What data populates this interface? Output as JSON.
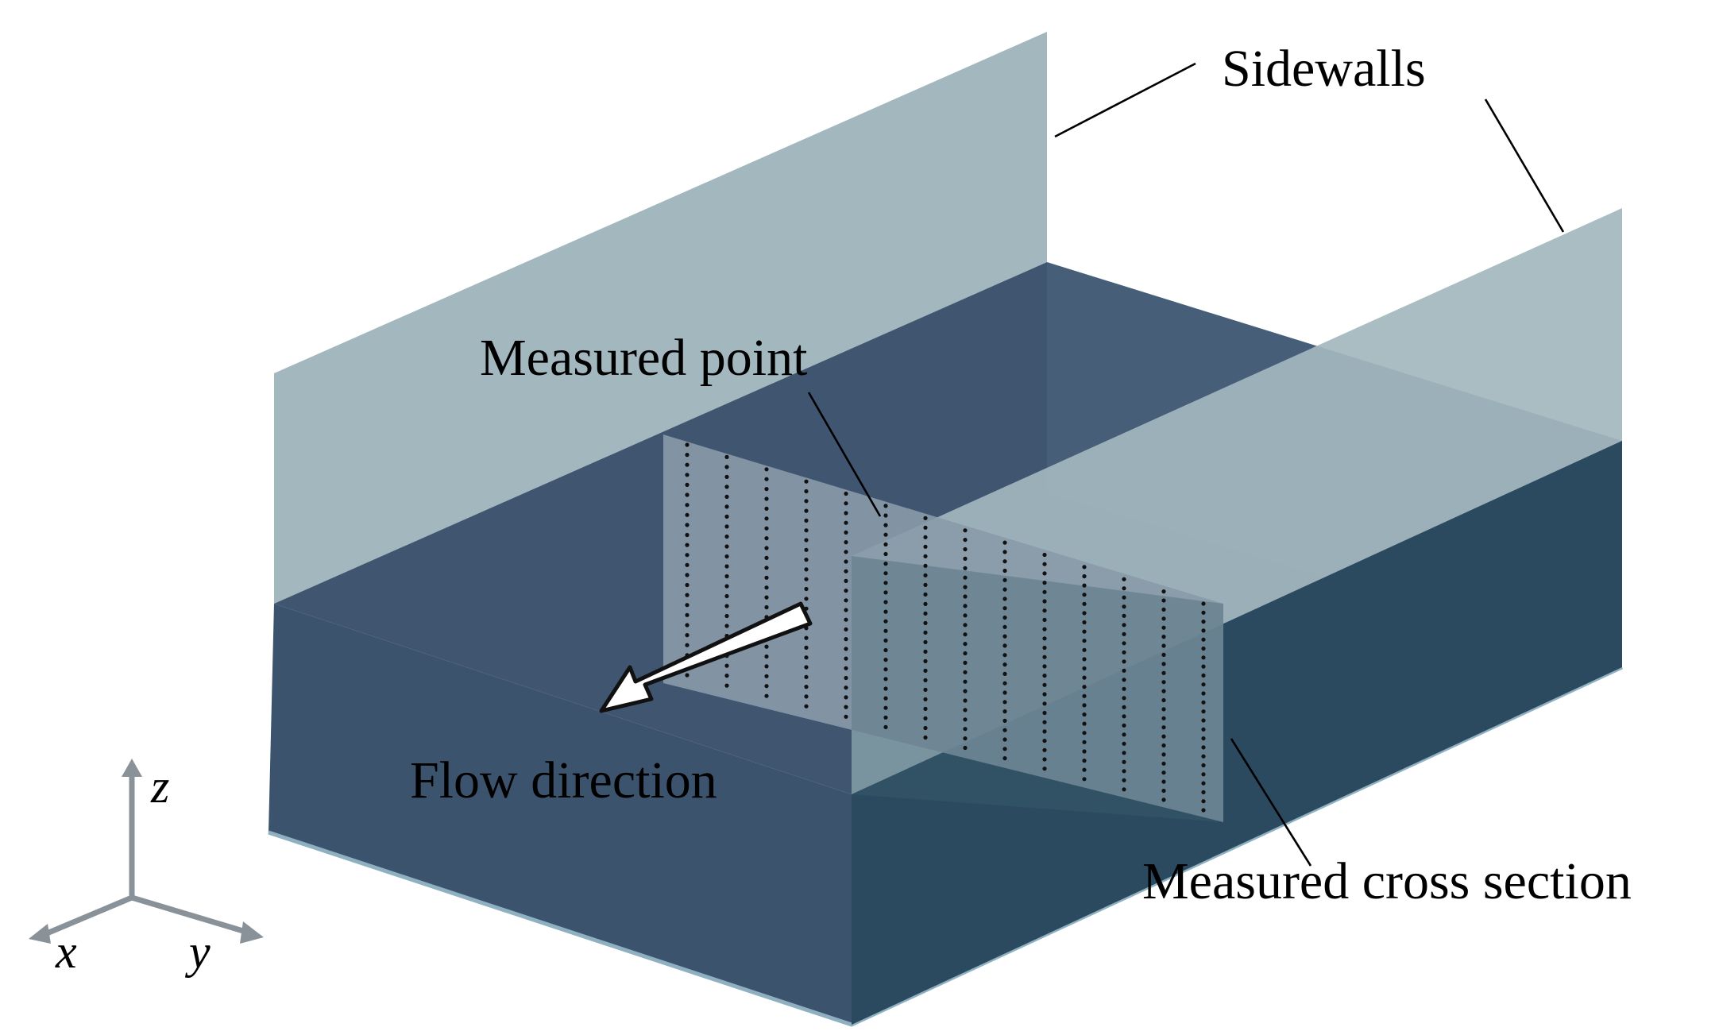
{
  "labels": {
    "sidewalls": "Sidewalls",
    "measured_point": "Measured point",
    "flow_direction": "Flow direction",
    "measured_cross_section": "Measured cross section"
  },
  "axes": {
    "x": "x",
    "y": "y",
    "z": "z"
  },
  "colors": {
    "sidewall": "#a3b7be",
    "water_front": "#3c536d",
    "water_top": "#3f5570",
    "water_right": "#2b4a5f",
    "back_wall": "#4f6680",
    "cross_section": "#8a9aa8",
    "dots": "#111111",
    "arrow_fill": "#ffffff",
    "axis": "#8a9299"
  },
  "measurement_grid": {
    "columns": 14,
    "rows_per_column": 24
  }
}
